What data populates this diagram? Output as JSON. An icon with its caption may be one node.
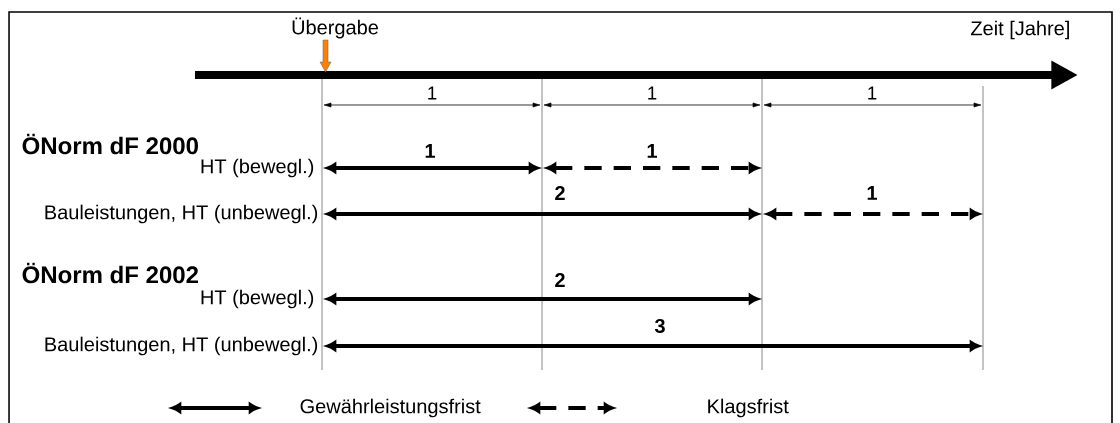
{
  "diagram": {
    "labels": [
      "Übergabe",
      "Zeit [Jahre]",
      "1",
      "1",
      "1",
      "ÖNorm dF 2000",
      "1",
      "HT (bewegl.)",
      "1",
      "2",
      "Bauleistungen, HT (unbewegl.)",
      "1",
      "ÖNorm dF 2002",
      "2",
      "HT (bewegl.)",
      "3",
      "Bauleistungen, HT (unbewegl.)"
    ],
    "legend": [
      {
        "text": "Gewährleistungsfrist"
      },
      {
        "text": "Klagsfrist"
      }
    ]
  }
}
